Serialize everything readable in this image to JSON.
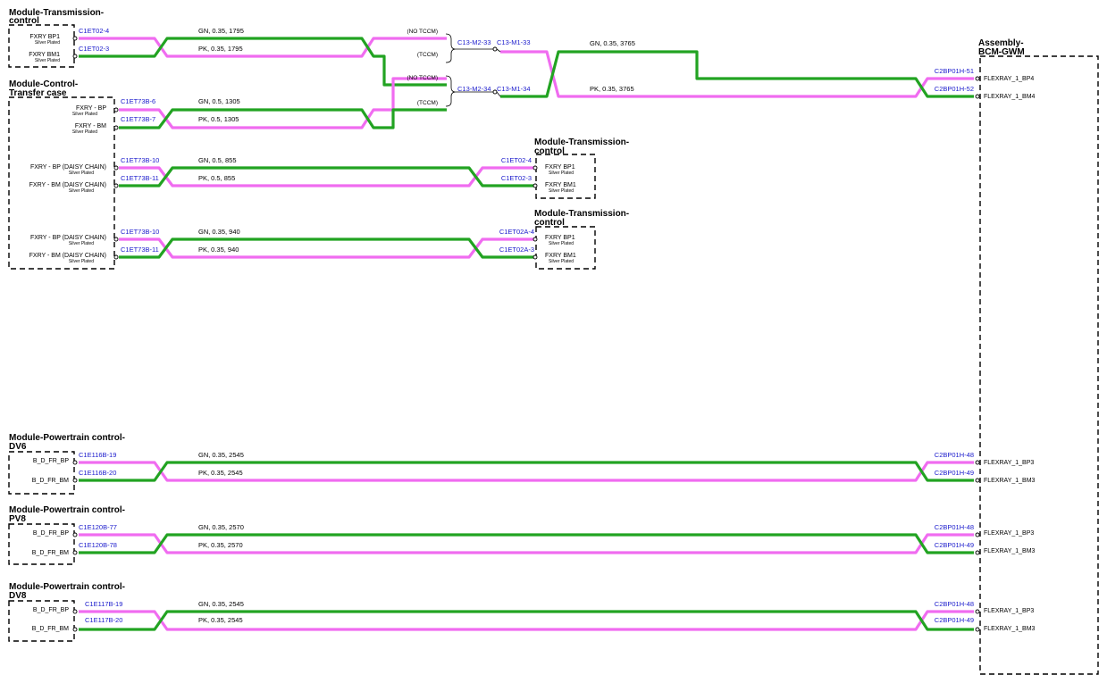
{
  "modules": {
    "trans1": {
      "line1": "Module-Transmission-",
      "line2": "control",
      "pins": [
        "FXRY BP1",
        "FXRY BM1"
      ],
      "plated": "Silver Plated"
    },
    "transfer": {
      "line1": "Module-Control-",
      "line2": "Transfer case",
      "pins": [
        "FXRY - BP",
        "FXRY - BM",
        "FXRY - BP (DAISY CHAIN)",
        "FXRY - BM (DAISY CHAIN)",
        "FXRY - BP (DAISY CHAIN)",
        "FXRY - BM (DAISY CHAIN)"
      ],
      "plated": "Silver Plated"
    },
    "trans2": {
      "line1": "Module-Transmission-",
      "line2": "control",
      "pins": [
        "FXRY BP1",
        "FXRY BM1"
      ],
      "plated": "Silver Plated"
    },
    "trans3": {
      "line1": "Module-Transmission-",
      "line2": "control",
      "pins": [
        "FXRY BP1",
        "FXRY BM1"
      ],
      "plated": "Silver Plated"
    },
    "bcm": {
      "line1": "Assembly-",
      "line2": "BCM-GWM",
      "pins": [
        "FLEXRAY_1_BP4",
        "FLEXRAY_1_BM4",
        "FLEXRAY_1_BP3",
        "FLEXRAY_1_BM3",
        "FLEXRAY_1_BP3",
        "FLEXRAY_1_BM3",
        "FLEXRAY_1_BP3",
        "FLEXRAY_1_BM3"
      ]
    },
    "dv6": {
      "line1": "Module-Powertrain control-",
      "line2": "DV6",
      "pins": [
        "B_D_FR_BP",
        "B_D_FR_BM"
      ]
    },
    "pv8": {
      "line1": "Module-Powertrain control-",
      "line2": "PV8",
      "pins": [
        "B_D_FR_BP",
        "B_D_FR_BM"
      ]
    },
    "dv8": {
      "line1": "Module-Powertrain control-",
      "line2": "DV8",
      "pins": [
        "B_D_FR_BP",
        "B_D_FR_BM"
      ]
    }
  },
  "connectors": {
    "t1a": "C1ET02-4",
    "t1b": "C1ET02-3",
    "s1a": "C13-M2-33",
    "s1b": "C13-M1-33",
    "s2a": "C13-M2-34",
    "s2b": "C13-M1-34",
    "b1": "C2BP01H-51",
    "b2": "C2BP01H-52",
    "tc1": "C1ET73B-6",
    "tc2": "C1ET73B-7",
    "tc3": "C1ET73B-10",
    "tc4": "C1ET73B-11",
    "tr2a": "C1ET02-4",
    "tr2b": "C1ET02-3",
    "tc5": "C1ET73B-10",
    "tc6": "C1ET73B-11",
    "tr3a": "C1ET02A-4",
    "tr3b": "C1ET02A-3",
    "dv6a": "C1E116B-19",
    "dv6b": "C1E116B-20",
    "pv8a": "C1E120B-77",
    "pv8b": "C1E120B-78",
    "dv8a": "C1E117B-19",
    "dv8b": "C1E117B-20",
    "b3": "C2BP01H-48",
    "b4": "C2BP01H-49",
    "b5": "C2BP01H-48",
    "b6": "C2BP01H-49",
    "b7": "C2BP01H-48",
    "b8": "C2BP01H-49"
  },
  "wires": {
    "w1": "GN,  0.35,  1795",
    "w2": "PK,  0.35,  1795",
    "w3": "GN,  0.35,  3765",
    "w4": "PK,  0.35,  3765",
    "w5": "GN,  0.5,  1305",
    "w6": "PK,  0.5,  1305",
    "w7": "GN,  0.5,  855",
    "w8": "PK,  0.5,  855",
    "w9": "GN,  0.35,  940",
    "w10": "PK,  0.35,  940",
    "w11": "GN,  0.35,  2545",
    "w12": "PK,  0.35,  2545",
    "w13": "GN,  0.35,  2570",
    "w14": "PK,  0.35,  2570",
    "w15": "GN,  0.35,  2545",
    "w16": "PK,  0.35,  2545"
  },
  "options": {
    "no_tccm": "(NO TCCM)",
    "tccm": "(TCCM)"
  },
  "colors": {
    "green": "#22a322",
    "pink": "#f06cf0",
    "connector_text": "#1a1acc"
  }
}
